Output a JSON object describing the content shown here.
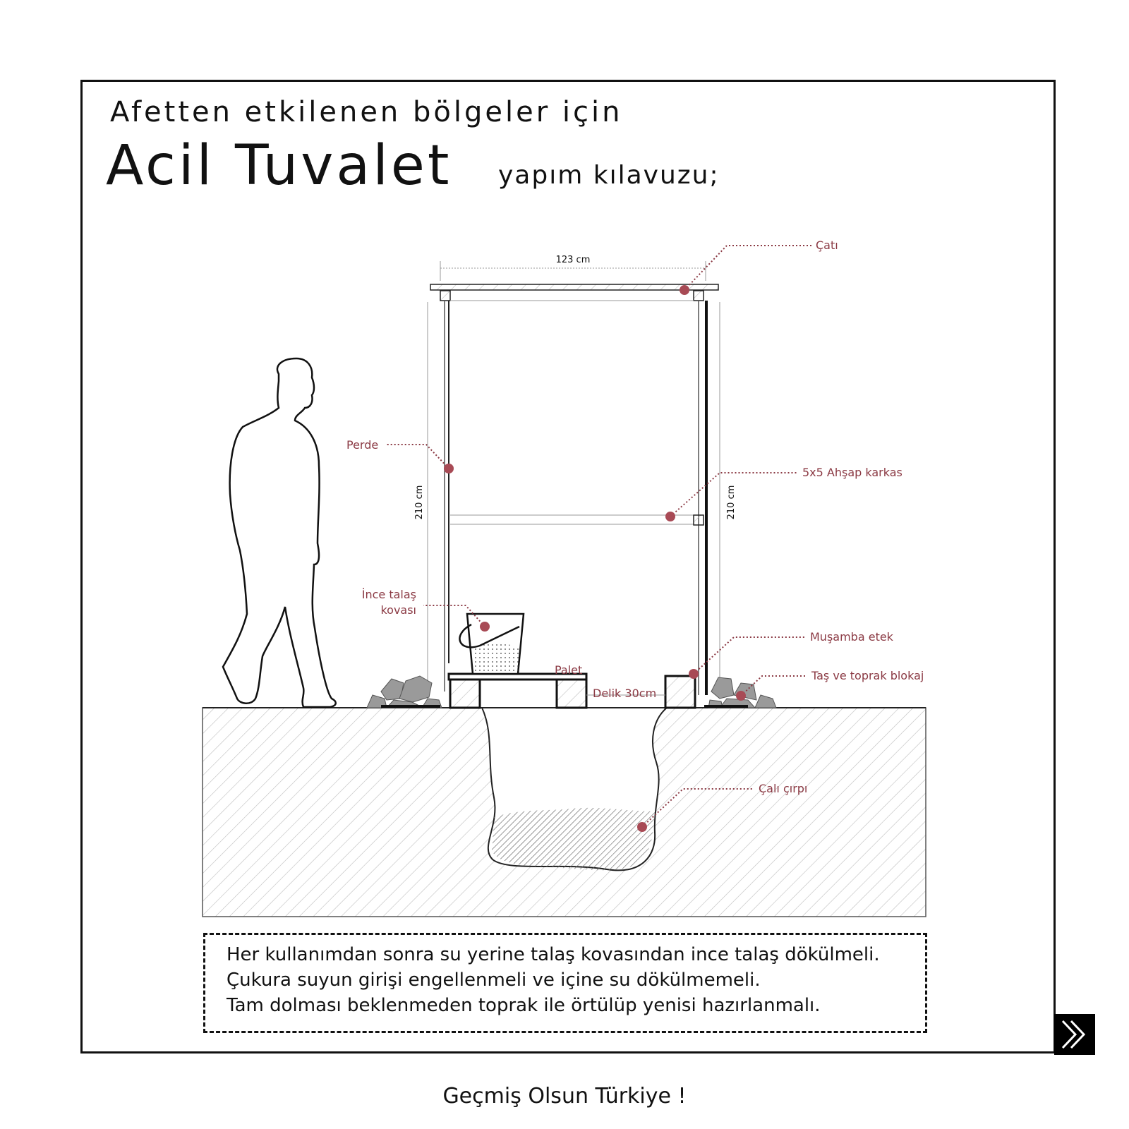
{
  "header": {
    "subtitle": "Afetten etkilenen bölgeler için",
    "title": "Acil Tuvalet",
    "title_suffix": "yapım kılavuzu;"
  },
  "diagram": {
    "dimensions": {
      "width": "123 cm",
      "height_left": "210 cm",
      "height_right": "210 cm",
      "hole": "Delik 30cm"
    },
    "labels": {
      "roof": "Çatı",
      "curtain": "Perde",
      "frame": "5x5 Ahşap karkas",
      "bucket_line1": "İnce talaş",
      "bucket_line2": "kovası",
      "tarp": "Muşamba etek",
      "blockage": "Taş ve toprak blokaj",
      "pallet": "Palet",
      "brush": "Çalı çırpı"
    },
    "accent_color": "#8b3a44"
  },
  "notes": [
    "Her kullanımdan sonra su yerine talaş kovasından ince talaş dökülmeli.",
    "Çukura suyun girişi engellenmeli ve içine su dökülmemeli.",
    "Tam dolması beklenmeden toprak ile örtülüp yenisi hazırlanmalı."
  ],
  "footer": {
    "text": "Geçmiş Olsun Türkiye !"
  },
  "navigation": {
    "next_icon": "double-chevron-right-icon"
  }
}
